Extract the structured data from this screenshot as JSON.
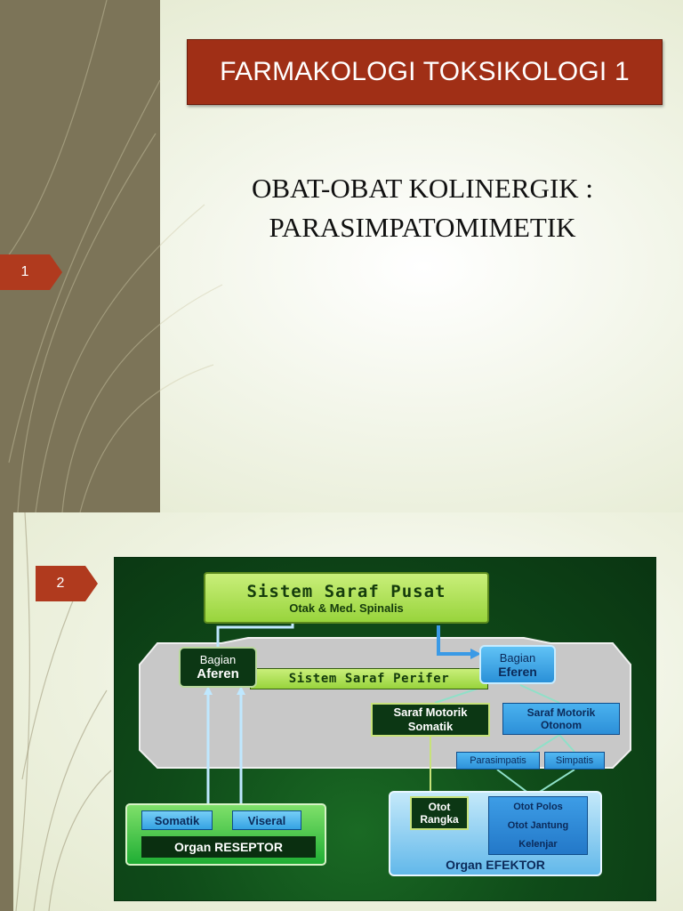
{
  "slides": [
    {
      "number": "1",
      "title": "FARMAKOLOGI TOKSIKOLOGI 1",
      "subtitle_lines": [
        "OBAT-OBAT KOLINERGIK :",
        "PARASIMPATOMIMETIK"
      ]
    },
    {
      "number": "2",
      "diagram": {
        "pusat": {
          "title": "Sistem Saraf Pusat",
          "subtitle": "Otak & Med. Spinalis"
        },
        "perifer": "Sistem Saraf Perifer",
        "aferen": {
          "line1": "Bagian",
          "line2": "Aferen"
        },
        "eferen": {
          "line1": "Bagian",
          "line2": "Eferen"
        },
        "motorik_somatik": {
          "line1": "Saraf Motorik",
          "line2": "Somatik"
        },
        "motorik_otonom": {
          "line1": "Saraf Motorik",
          "line2": "Otonom"
        },
        "parasimpatis": "Parasimpatis",
        "simpatis": "Simpatis",
        "somatik": "Somatik",
        "viseral": "Viseral",
        "organ_reseptor": "Organ RESEPTOR",
        "otot_rangka": {
          "line1": "Otot",
          "line2": "Rangka"
        },
        "otot_polos": "Otot Polos",
        "otot_jantung": "Otot Jantung",
        "kelenjar": "Kelenjar",
        "organ_efektor": "Organ EFEKTOR"
      }
    }
  ],
  "colors": {
    "title_bar": "#a02f16",
    "badge": "#b03a1e",
    "sidebar": "#7c7458",
    "diagram_bg": "#0f4b19",
    "lime": "#98d43c",
    "blue": "#2e92da"
  }
}
